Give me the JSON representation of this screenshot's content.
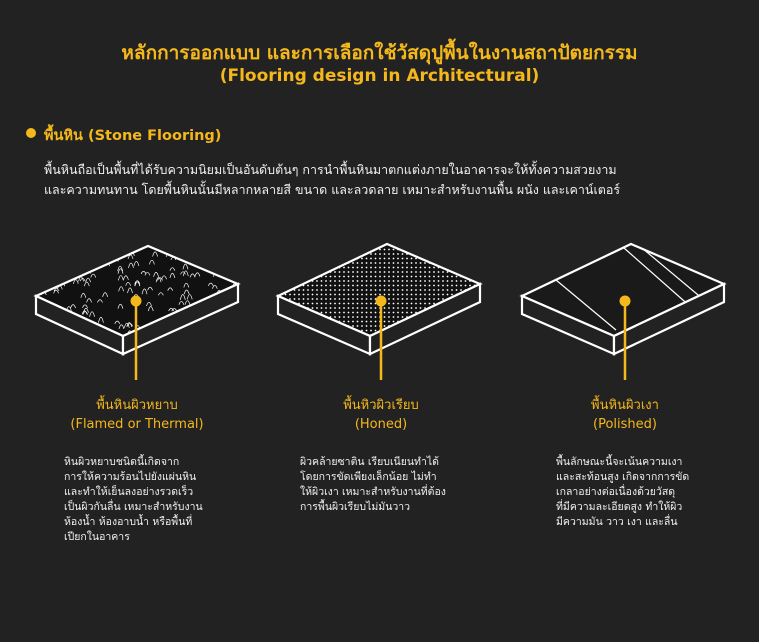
{
  "header": {
    "title_th": "หลักการออกแบบ และการเลือกใช้วัสดุปูพื้นในงานสถาปัตยกรรม",
    "title_en": "(Flooring design in Architectural)"
  },
  "section": {
    "title": "พื้นหิน (Stone Flooring)",
    "intro_lines": [
      "พื้นหินถือเป็นพื้นที่ได้รับความนิยมเป็นอันดับต้นๆ การนำพื้นหินมาตกแต่งภายในอาคารจะให้ทั้งความสวยงาม",
      "และความทนทาน โดยพื้นหินนั้นมีหลากหลายสี ขนาด และลวดลาย เหมาะสำหรับงานพื้น ผนัง และเคาน์เตอร์"
    ]
  },
  "items": [
    {
      "name_th": "พื้นหินผิวหยาบ",
      "name_en": "(Flamed or Thermal)",
      "desc_lines": [
        "หินผิวหยาบชนิดนี้เกิดจาก",
        "การให้ความร้อนไปยังแผ่นหิน",
        "และทำให้เย็นลงอย่างรวดเร็ว",
        "เป็นผิวกันลื่น เหมาะสำหรับงาน",
        "ห้องน้ำ  ห้องอาบน้ำ หรือพื้นที่",
        "เปียกในอาคาร"
      ]
    },
    {
      "name_th": "พื้นหิวผิวเรียบ",
      "name_en": "(Honed)",
      "desc_lines": [
        "ผิวคล้ายซาติน เรียบเนียนทำได้",
        "โดยการขัดเพียงเล็กน้อย ไม่ทำ",
        "ให้ผิวเงา เหมาะสำหรับงานที่ต้อง",
        "การพื้นผิวเรียบไม่มันวาว"
      ]
    },
    {
      "name_th": "พื้นหินผิวเงา",
      "name_en": "(Polished)",
      "desc_lines": [
        "พื้นลักษณะนี้จะเน้นความเงา",
        "และสะท้อนสูง เกิดจากการขัด",
        "เกลาอย่างต่อเนื่องด้วยวัสดุ",
        "ที่มีความละเอียดสูง ทำให้ผิว",
        "มีความมัน วาว เงา และลื่น"
      ]
    }
  ],
  "colors": {
    "background": "#222222",
    "accent": "#f5b81c",
    "text": "#ffffff"
  }
}
